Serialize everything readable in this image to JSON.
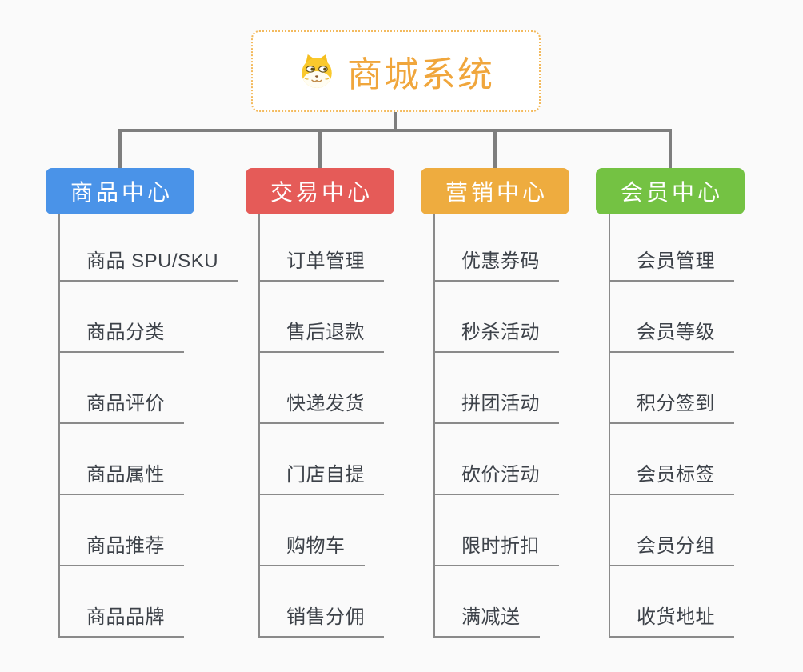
{
  "root": {
    "title": "商城系统",
    "icon": "dog-face-icon",
    "text_color": "#F0A63C",
    "border_color": "#F3BA5E"
  },
  "connector_color": "#7E7E7E",
  "child_line_color": "#8A8A8A",
  "background_color": "#FAFAFA",
  "branches": [
    {
      "label": "商品中心",
      "color": "#4A93E8",
      "children": [
        "商品 SPU/SKU",
        "商品分类",
        "商品评价",
        "商品属性",
        "商品推荐",
        "商品品牌"
      ]
    },
    {
      "label": "交易中心",
      "color": "#E55B58",
      "children": [
        "订单管理",
        "售后退款",
        "快递发货",
        "门店自提",
        "购物车",
        "销售分佣"
      ]
    },
    {
      "label": "营销中心",
      "color": "#EEAC3F",
      "children": [
        "优惠券码",
        "秒杀活动",
        "拼团活动",
        "砍价活动",
        "限时折扣",
        "满减送"
      ]
    },
    {
      "label": "会员中心",
      "color": "#74C243",
      "children": [
        "会员管理",
        "会员等级",
        "积分签到",
        "会员标签",
        "会员分组",
        "收货地址"
      ]
    }
  ]
}
